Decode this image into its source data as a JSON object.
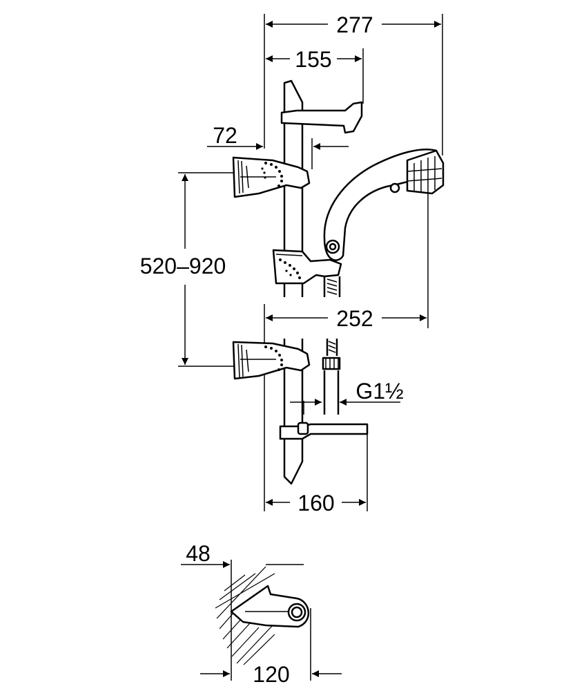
{
  "dimensions": {
    "overall_width": "277",
    "arm_projection": "155",
    "holder_projection": "72",
    "rail_adjust_range": "520–920",
    "rail_to_shower_width": "252",
    "thread_size": "G1½",
    "shelf_width": "160",
    "wall_offset": "48",
    "soap_dish_width": "120"
  },
  "colors": {
    "ink": "#000000",
    "paper": "#ffffff"
  }
}
